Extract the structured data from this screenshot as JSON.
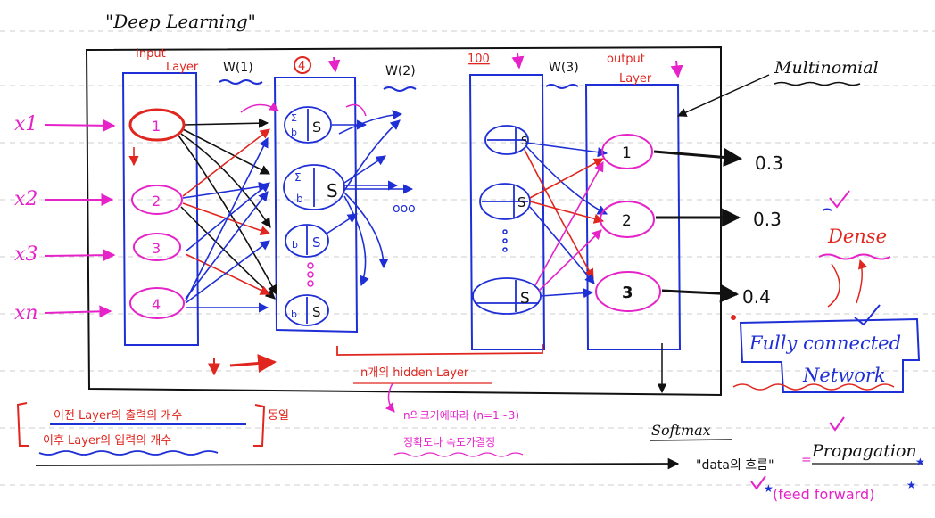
{
  "title": "\"Deep Learning\"",
  "labels": {
    "input_layer_1": "Input",
    "input_layer_2": "Layer",
    "w1": "W(1)",
    "w2": "W(2)",
    "w3": "W(3)",
    "hidden1_count": "4",
    "hidden2_count": "100",
    "output_layer_1": "output",
    "output_layer_2": "Layer",
    "multinomial": "Multinomial",
    "softmax": "Softmax",
    "dense": "Dense",
    "fully_connected_1": "Fully connected",
    "fully_connected_2": "Network",
    "hidden_layer_note": "n개의 hidden Layer",
    "hidden_layer_sub1": "n의크기에따라 (n=1~3)",
    "hidden_layer_sub2": "정확도나 속도가결정",
    "prev_layer_note": "이전 Layer의 출력의 개수",
    "next_layer_note": "이후 Layer의 입력의 개수",
    "same_note": "동일",
    "data_flow": "\"data의 흐름\"",
    "propagation": "Propagation",
    "feed_forward": "(feed forward)",
    "ellipsis": "ooo"
  },
  "inputs": [
    "x1",
    "x2",
    "x3",
    "xn"
  ],
  "input_nodes": [
    "1",
    "2",
    "3",
    "4"
  ],
  "neuron_label": "S",
  "sigma": "Σ",
  "bias": "b",
  "output_nodes": [
    "1",
    "2",
    "3"
  ],
  "output_values": [
    "0.3",
    "0.3",
    "0.4"
  ],
  "colors": {
    "pen_blue": "#1f2fd6",
    "pen_red": "#e0261f",
    "pen_magenta": "#e523c8",
    "pen_black": "#111111",
    "rule_lines": "#cfcfcf"
  }
}
